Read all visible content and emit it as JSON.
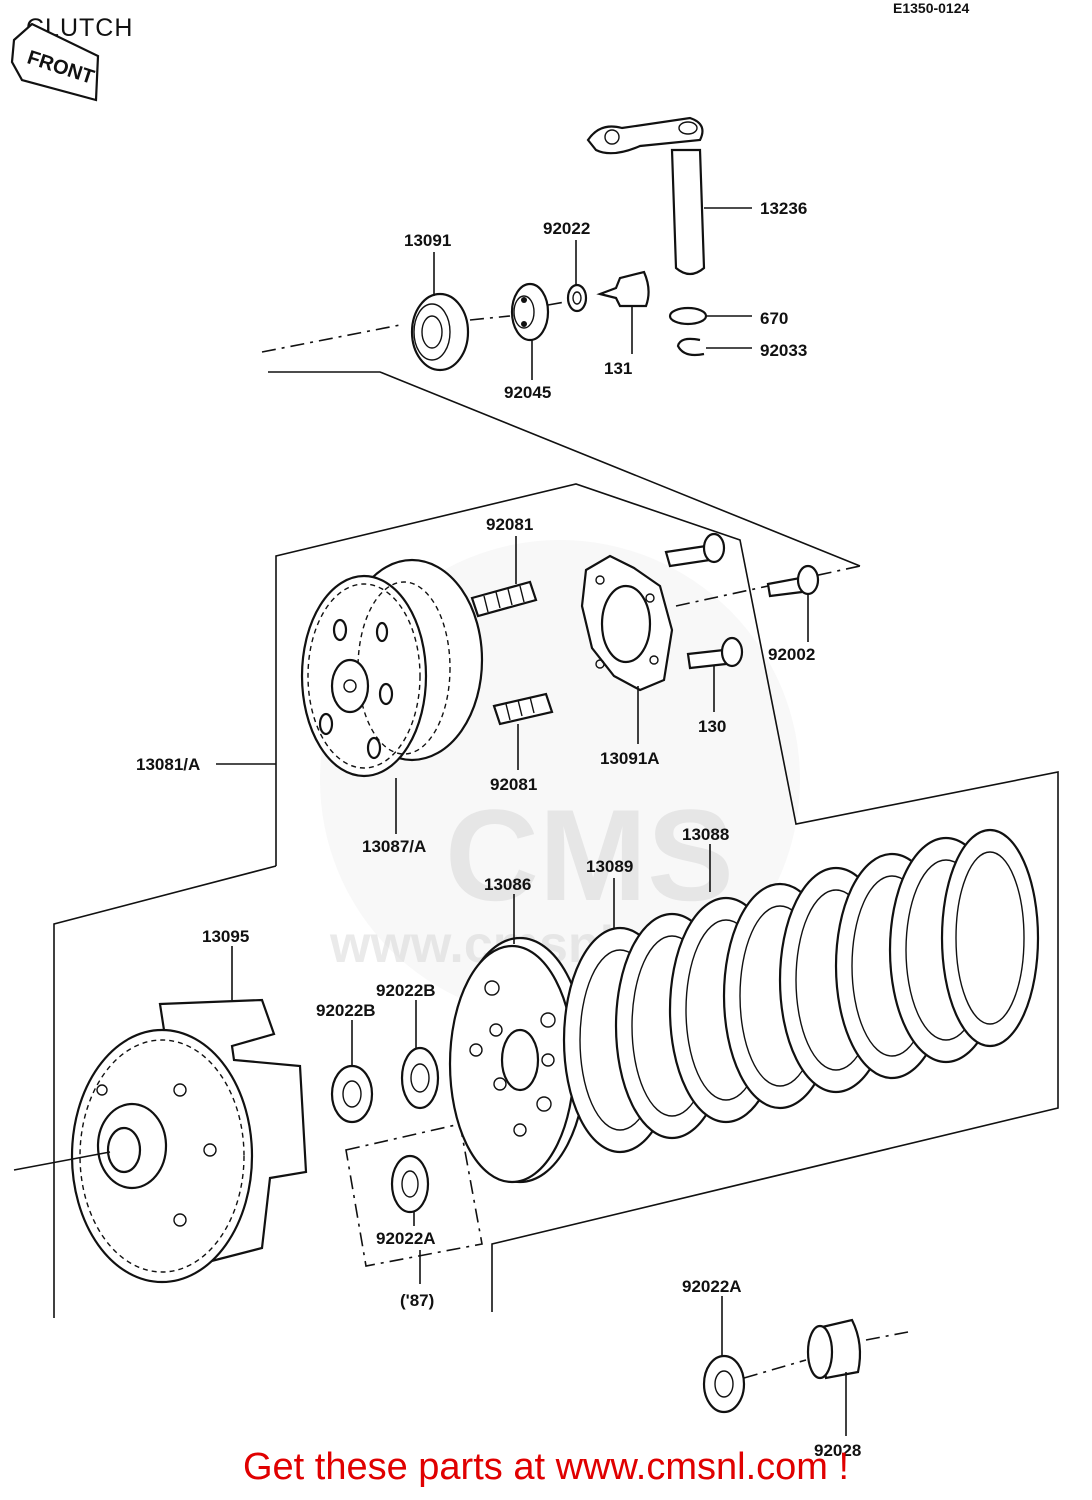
{
  "diagram": {
    "title": "CLUTCH",
    "code": "E1350-0124",
    "front_label": "FRONT",
    "parts": {
      "p13236": "13236",
      "p13091": "13091",
      "p92022": "92022",
      "p670": "670",
      "p92033": "92033",
      "p131": "131",
      "p92045": "92045",
      "p92081_top": "92081",
      "p92002": "92002",
      "p130": "130",
      "p13091A": "13091A",
      "p92081_bottom": "92081",
      "p13081A": "13081/A",
      "p13087A": "13087/A",
      "p13088": "13088",
      "p13089": "13089",
      "p13086": "13086",
      "p13095": "13095",
      "p92022B_left": "92022B",
      "p92022B_right": "92022B",
      "p92022A_box": "92022A",
      "p87": "('87)",
      "p92022A_bottom": "92022A",
      "p92028": "92028"
    },
    "watermark": {
      "brand": "CMS",
      "site": "www.cmsnl.com"
    },
    "footer": "Get these parts at www.cmsnl.com !"
  }
}
